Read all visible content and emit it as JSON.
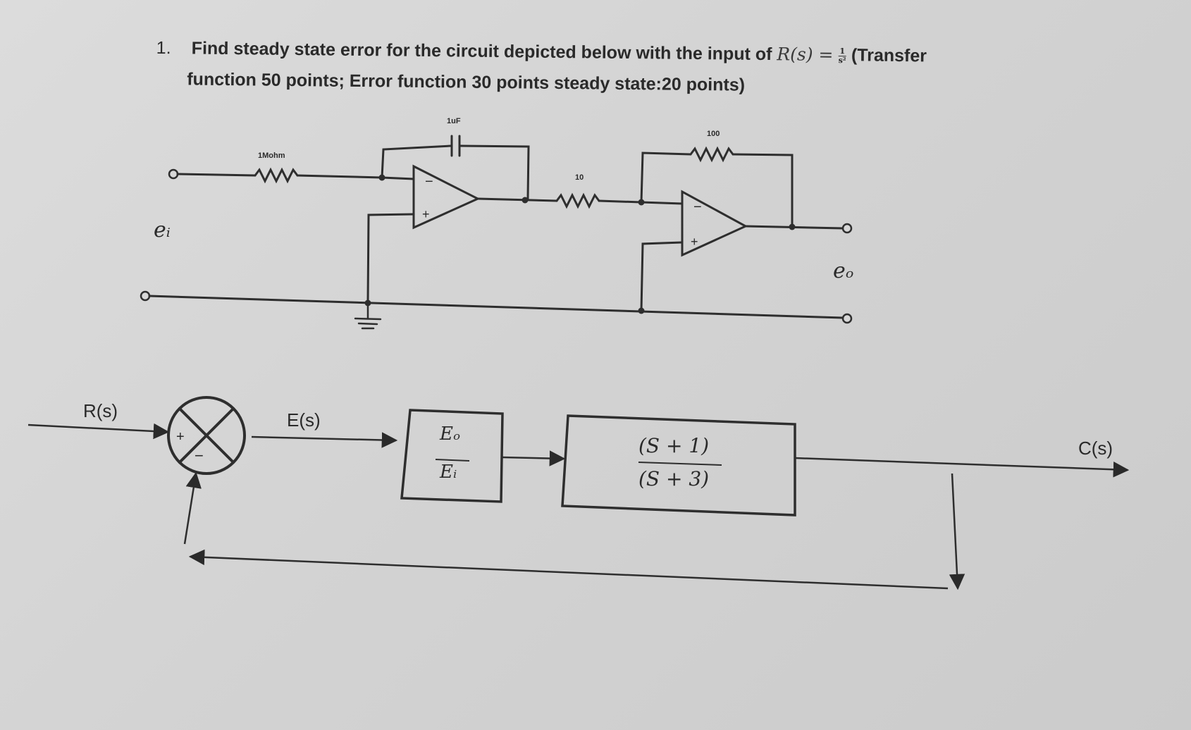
{
  "question": {
    "number": "1.",
    "line1": "Find steady state error for the circuit depicted below with the input of",
    "input_expr": "R(s) =",
    "input_num": "1",
    "input_den": "s²",
    "line1_end": "(Transfer",
    "line2": "function 50 points; Error function 30 points steady state:20 points)"
  },
  "circuit": {
    "r1_label": "1Mohm",
    "c1_label": "1uF",
    "r2_label": "10",
    "r3_label": "100",
    "input_label": "eᵢ",
    "output_label": "eₒ",
    "opamp_minus": "−",
    "opamp_plus": "+"
  },
  "block_diagram": {
    "input_label": "R(s)",
    "error_label": "E(s)",
    "output_label": "C(s)",
    "summer_plus": "+",
    "summer_minus": "−",
    "block1_num": "Eₒ",
    "block1_den": "Eᵢ",
    "block2_num": "(S + 1)",
    "block2_den": "(S + 3)"
  }
}
